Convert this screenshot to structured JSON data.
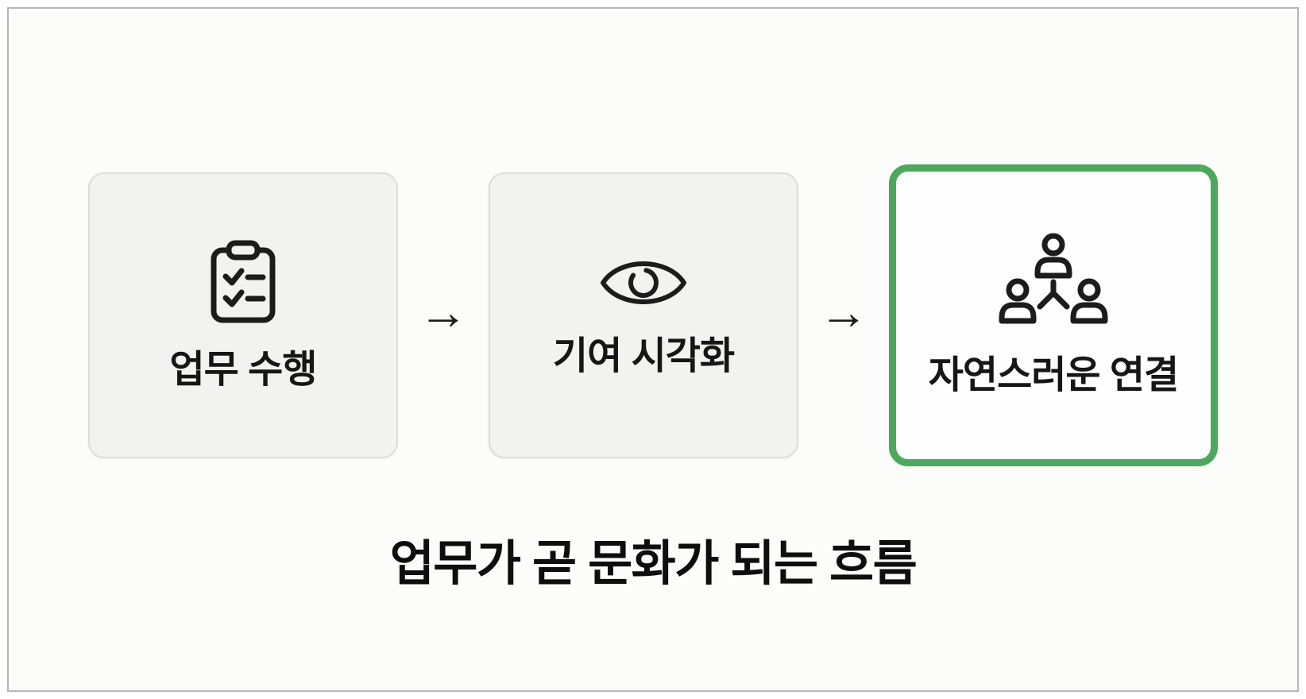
{
  "colors": {
    "accent_green": "#4CA85C",
    "card_background": "#f2f2f1",
    "text": "#161616"
  },
  "flow": {
    "arrow_glyph": "→",
    "steps": [
      {
        "label": "업무 수행",
        "icon": "clipboard-checklist-icon",
        "highlighted": false
      },
      {
        "label": "기여 시각화",
        "icon": "eye-icon",
        "highlighted": false
      },
      {
        "label": "자연스러운 연결",
        "icon": "people-network-icon",
        "highlighted": true
      }
    ]
  },
  "caption": {
    "text": "업무가 곧 문화가 되는 흐름"
  }
}
